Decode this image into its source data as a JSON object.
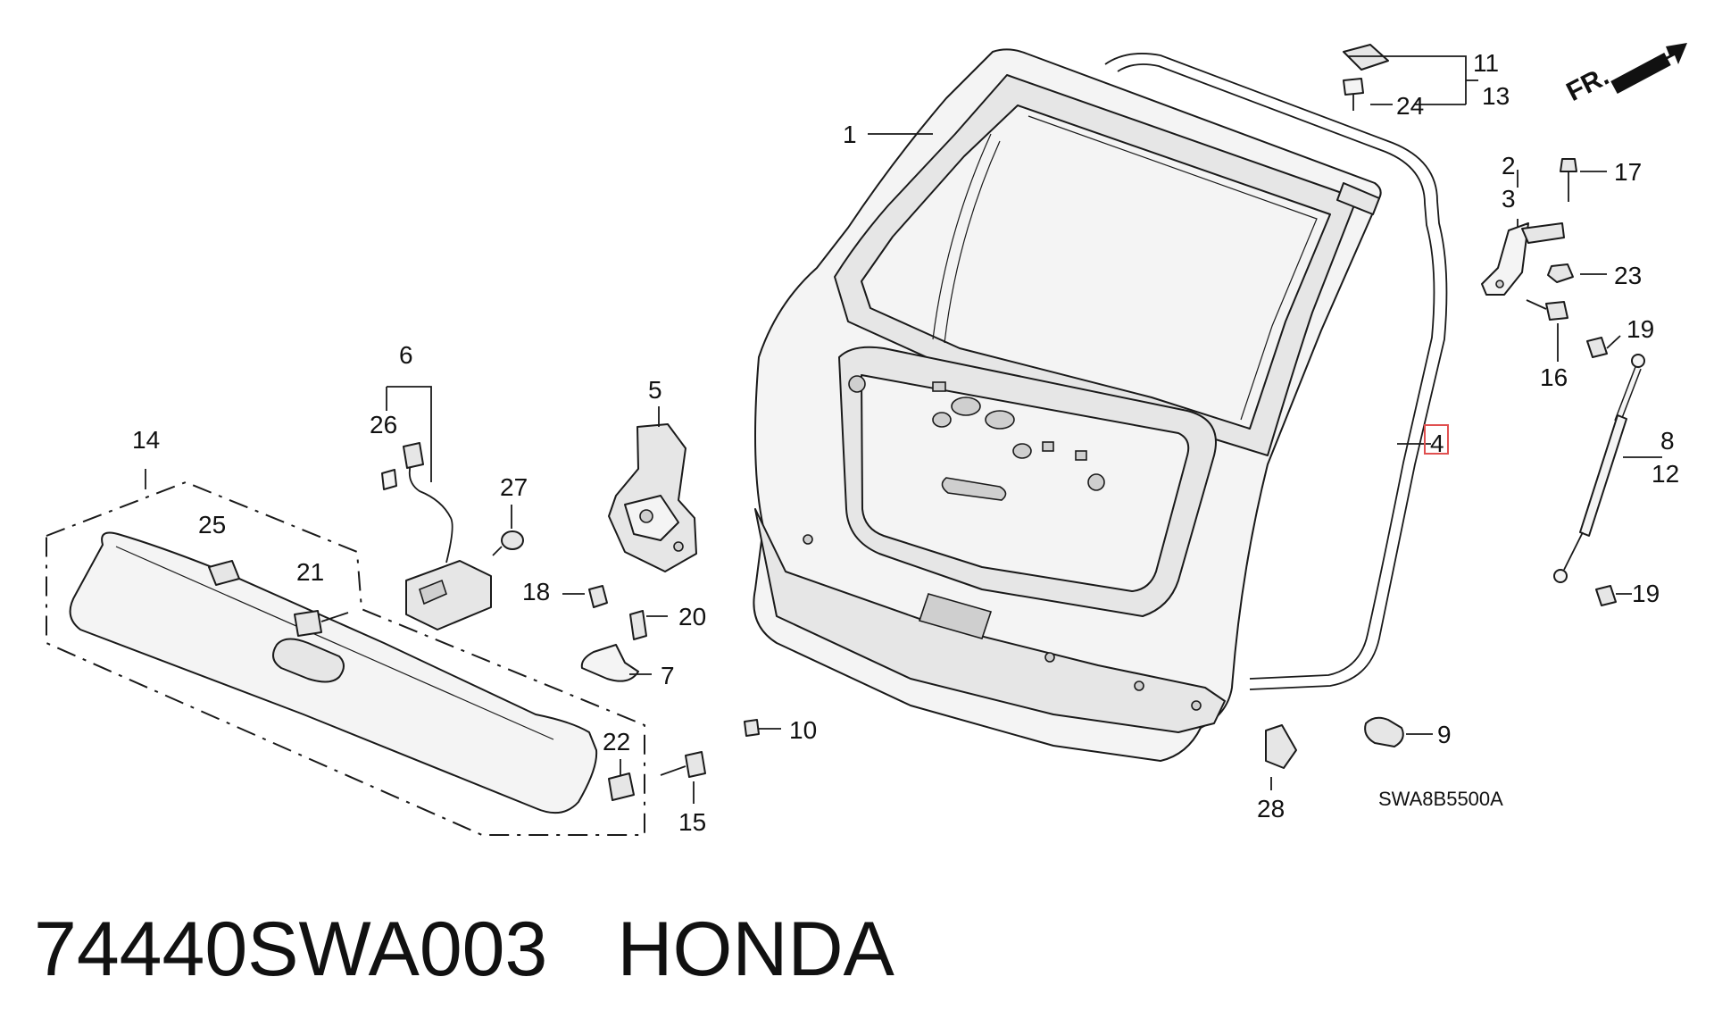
{
  "caption": {
    "part_number": "74440SWA003",
    "brand": "HONDA"
  },
  "diagram_code": "SWA8B5500A",
  "direction_marker": "FR.",
  "highlighted_callout": "4",
  "callouts": {
    "c1": "1",
    "c2": "2",
    "c3": "3",
    "c4": "4",
    "c5": "5",
    "c6": "6",
    "c7": "7",
    "c8": "8",
    "c9": "9",
    "c10": "10",
    "c11": "11",
    "c12": "12",
    "c13": "13",
    "c14": "14",
    "c15": "15",
    "c16": "16",
    "c17": "17",
    "c18": "18",
    "c19a": "19",
    "c19b": "19",
    "c20": "20",
    "c21": "21",
    "c22": "22",
    "c23": "23",
    "c24": "24",
    "c25": "25",
    "c26": "26",
    "c27": "27",
    "c28": "28"
  }
}
